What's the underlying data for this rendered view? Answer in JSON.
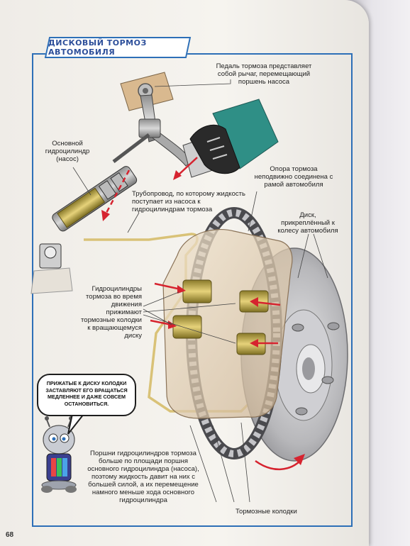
{
  "page": {
    "title": "ДИСКОВЫЙ ТОРМОЗ АВТОМОБИЛЯ",
    "page_number": "68"
  },
  "labels": {
    "pedal": "Педаль тормоза представляет собой рычаг, перемещающий поршень насоса",
    "master_cylinder": "Основной гидроцилиндр (насос)",
    "pipeline": "Трубопровод, по которому жидкость поступает из насоса к гидроцилиндрам тормоза",
    "caliper_support": "Опора тормоза неподвижно соединена с рамой автомобиля",
    "disc": "Диск, прикреплённый к колесу автомобиля",
    "wheel_cylinders": "Гидроцилиндры тормоза во время движения прижимают тормозные колодки к вращающемуся диску",
    "pistons": "Поршни гидроцилиндров тормоза больше по площади поршня основного гидроцилиндра (насоса), поэтому жидкость давит на них с большей силой, а их перемещение намного меньше хода основного гидроцилиндра",
    "brake_pads": "Тормозные колодки"
  },
  "speech_bubble": {
    "text": "Прижатые к диску колодки заставляют его вращаться медленнее и даже совсем остановиться."
  },
  "colors": {
    "frame": "#2d6fb7",
    "arrow": "#d6232f",
    "pipe": "#d9c277",
    "caliper": "#e5d2b8",
    "disc": "#b9b9bc"
  },
  "icons": {
    "mascot": "robot-icon"
  }
}
